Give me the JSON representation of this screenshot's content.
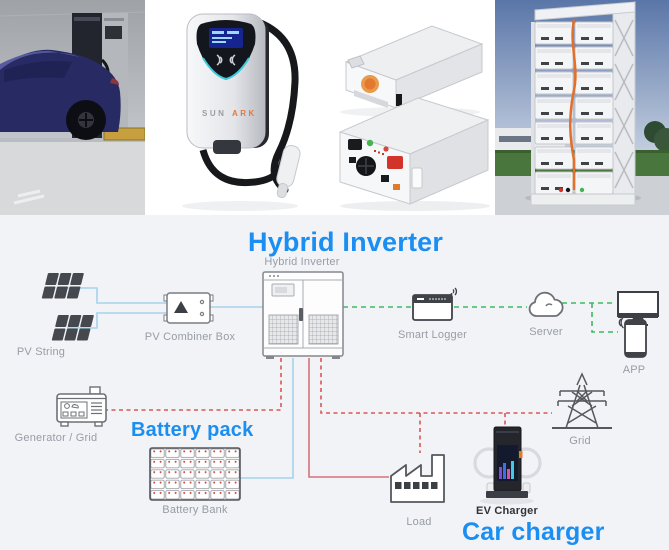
{
  "titles": {
    "hybrid_inverter": "Hybrid Inverter",
    "battery_pack": "Battery pack",
    "car_charger": "Car charger"
  },
  "diagram": {
    "labels": {
      "hybrid_inverter_sub": "Hybrid Inverter",
      "pv_string": "PV String",
      "pv_combiner_box": "PV Combiner Box",
      "smart_logger": "Smart Logger",
      "server": "Server",
      "app": "APP",
      "generator_grid": "Generator / Grid",
      "battery_bank": "Battery Bank",
      "load": "Load",
      "ev_charger": "EV Charger",
      "grid": "Grid"
    },
    "colors": {
      "title_blue": "#1b8ef2",
      "label_gray": "#979da6",
      "pv_dc_line": "#a5d3eb",
      "comm_line_green": "#3eba61",
      "ac_line_red_dashed": "#d95757",
      "load_line_red": "#d4737a",
      "battery_line_blue": "#a5d3eb",
      "icon_stroke": "#6d7076"
    },
    "icons": [
      "solar-panel-icon",
      "combiner-box-icon",
      "hybrid-inverter-cabinet-icon",
      "smart-logger-icon",
      "cloud-server-icon",
      "monitor-icon",
      "smartphone-app-icon",
      "generator-icon",
      "battery-bank-icon",
      "factory-load-icon",
      "ev-charger-station-icon",
      "transmission-tower-icon"
    ]
  },
  "photos": {
    "brand_sun": "SUN",
    "brand_ark": "ARK",
    "items": [
      "ev-car-charging-photo",
      "sunark-wallbox-charger-photo",
      "battery-modules-photo",
      "battery-rack-tower-photo"
    ]
  }
}
